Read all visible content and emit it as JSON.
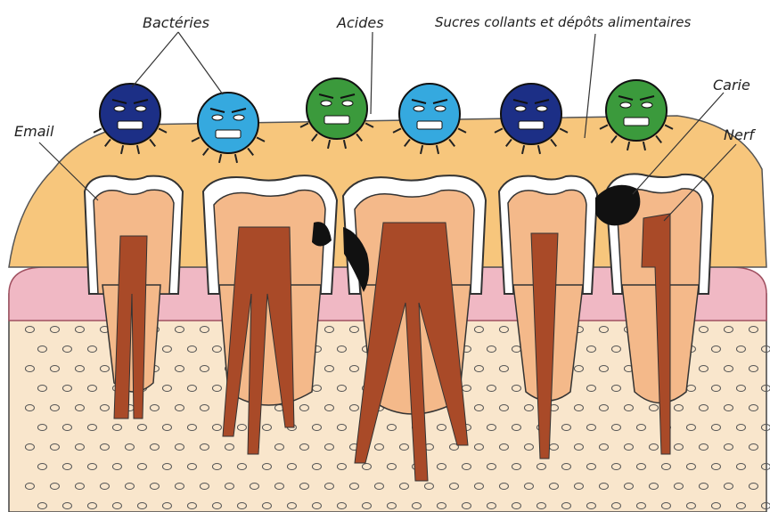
{
  "labels": {
    "bacteria": "Bactéries",
    "acids": "Acides",
    "sugars": "Sucres collants et dépôts alimentaires",
    "enamel": "Email",
    "caries": "Carie",
    "nerve": "Nerf"
  },
  "microbes": [
    {
      "kind": "bacteria",
      "color": "#1c2f86"
    },
    {
      "kind": "bacteria",
      "color": "#35a9df"
    },
    {
      "kind": "acid",
      "color": "#3b9a3c"
    },
    {
      "kind": "bacteria",
      "color": "#35a9df"
    },
    {
      "kind": "bacteria",
      "color": "#1c2f86"
    },
    {
      "kind": "acid",
      "color": "#3b9a3c"
    }
  ],
  "colors": {
    "plaque": "#f7c67c",
    "gum": "#f0b8c4",
    "bone": "#f9e6cc",
    "dentin": "#f4b98a",
    "pulp": "#a94a28",
    "enamel": "#ffffff",
    "caries": "#111111"
  }
}
